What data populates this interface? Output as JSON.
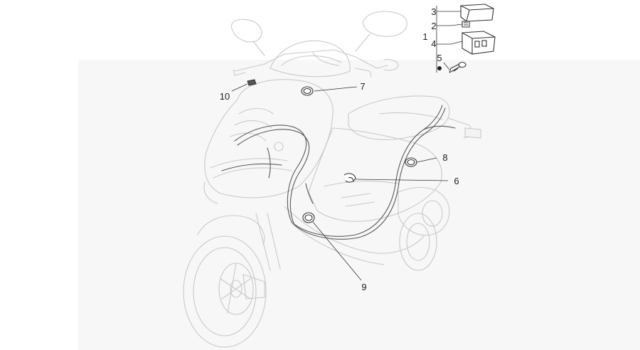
{
  "diagram": {
    "callouts": [
      {
        "id": "1",
        "label": "1"
      },
      {
        "id": "2",
        "label": "2"
      },
      {
        "id": "3",
        "label": "3"
      },
      {
        "id": "4",
        "label": "4"
      },
      {
        "id": "5",
        "label": "5"
      },
      {
        "id": "6",
        "label": "6"
      },
      {
        "id": "7",
        "label": "7"
      },
      {
        "id": "8",
        "label": "8"
      },
      {
        "id": "9",
        "label": "9"
      },
      {
        "id": "10",
        "label": "10"
      }
    ]
  },
  "colors": {
    "line_art": "#c9c9c9",
    "parts": "#333333",
    "background_panel": "#f7f7f7"
  }
}
